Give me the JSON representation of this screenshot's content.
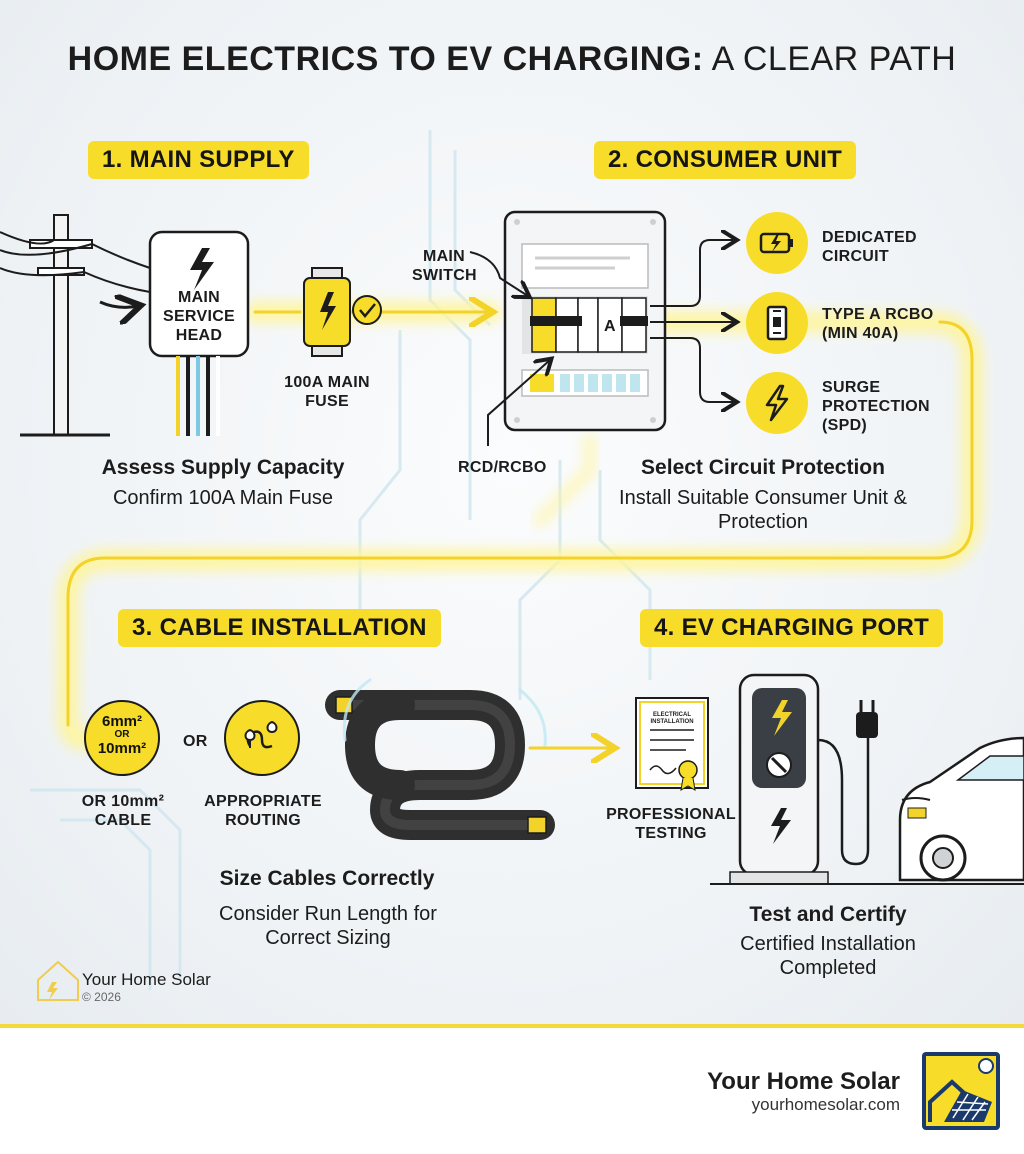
{
  "title": {
    "bold": "HOME ELECTRICS TO EV CHARGING:",
    "light": "A CLEAR PATH"
  },
  "steps": [
    {
      "pill": "1. MAIN SUPPLY",
      "heading": "Assess Supply Capacity",
      "sub": "Confirm 100A Main Fuse"
    },
    {
      "pill": "2. CONSUMER UNIT",
      "heading": "Select Circuit Protection",
      "sub": "Install Suitable Consumer Unit & Protection"
    },
    {
      "pill": "3. CABLE INSTALLATION",
      "heading": "Size Cables Correctly",
      "sub": "Consider Run Length for Correct Sizing"
    },
    {
      "pill": "4. EV CHARGING PORT",
      "heading": "Test and Certify",
      "sub": "Certified Installation Completed"
    }
  ],
  "supply": {
    "service_head": "MAIN SERVICE HEAD",
    "fuse": "100A MAIN FUSE"
  },
  "consumer": {
    "main_switch": "MAIN SWITCH",
    "rcd": "RCD/RCBO",
    "breaker_mark": "A",
    "outputs": [
      "DEDICATED CIRCUIT",
      "TYPE A RCBO (MIN 40A)",
      "SURGE PROTECTION (SPD)"
    ]
  },
  "cable": {
    "badge_top": "6mm²",
    "badge_or": "OR",
    "badge_bottom": "10mm²",
    "or_word": "OR",
    "cable_label": "OR 10mm² CABLE",
    "routing_label": "APPROPRIATE ROUTING"
  },
  "charging": {
    "certificate_text": "ELECTRICAL INSTALLATION",
    "testing_label": "PROFESSIONAL TESTING"
  },
  "watermark": {
    "name": "Your Home Solar",
    "year": "© 2026"
  },
  "footer": {
    "brand": "Your Home Solar",
    "url": "yourhomesolar.com"
  },
  "colors": {
    "accent": "#f7dd2a",
    "ink": "#1c1c1c",
    "glow": "#fff3a0"
  }
}
